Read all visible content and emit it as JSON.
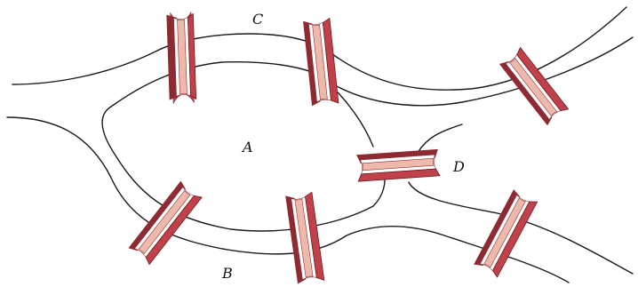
{
  "diagram": {
    "labels": {
      "C": "C",
      "A": "A",
      "D": "D",
      "B": "B"
    },
    "bridge_count": 7,
    "colors": {
      "bridge_outer": "#c0414a",
      "bridge_inner": "#eeb8aa",
      "bridge_rim": "#ffffff",
      "shore_line": "#1a1a1a"
    }
  }
}
